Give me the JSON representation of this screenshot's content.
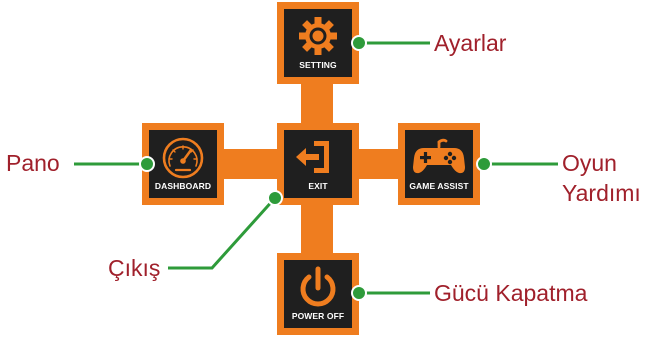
{
  "menu": {
    "setting": {
      "label": "SETTING",
      "icon": "gear-icon"
    },
    "dashboard": {
      "label": "DASHBOARD",
      "icon": "speedometer-icon"
    },
    "exit": {
      "label": "EXIT",
      "icon": "exit-icon"
    },
    "game_assist": {
      "label": "GAME ASSIST",
      "icon": "gamepad-icon"
    },
    "power_off": {
      "label": "POWER OFF",
      "icon": "power-icon"
    }
  },
  "callouts": {
    "setting": "Ayarlar",
    "dashboard": "Pano",
    "exit": "Çıkış",
    "game_assist_line1": "Oyun",
    "game_assist_line2": "Yardımı",
    "power_off": "Gücü Kapatma"
  },
  "colors": {
    "orange": "#ef7d1f",
    "tile": "#1f1f1f",
    "leader_green": "#2e9b3a",
    "callout_red": "#a0202b"
  }
}
